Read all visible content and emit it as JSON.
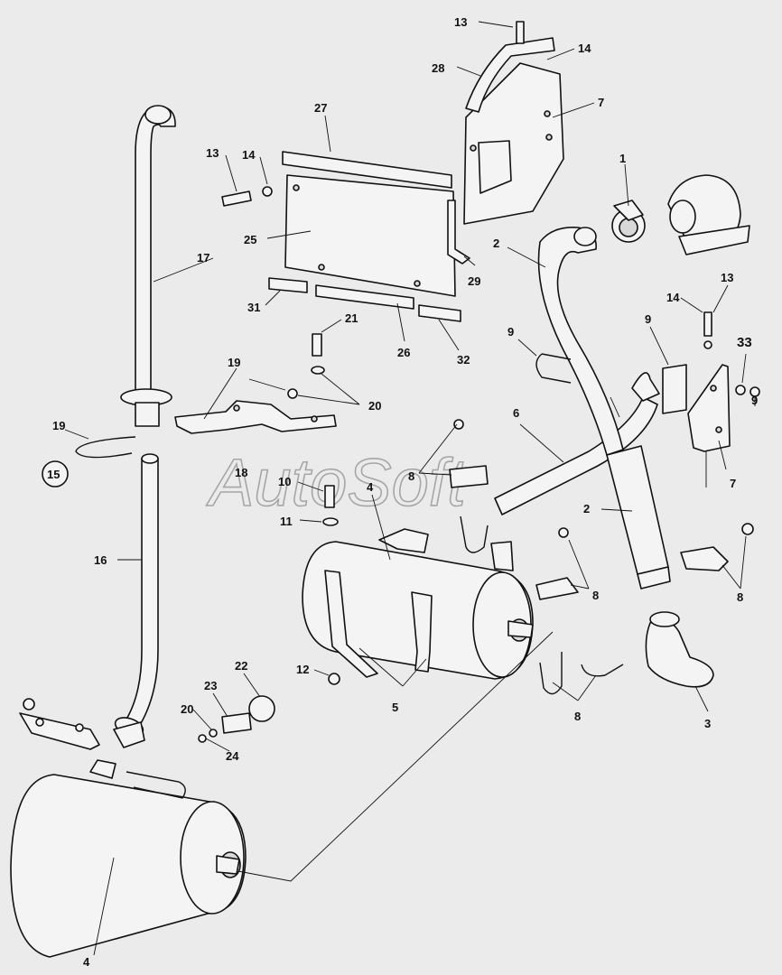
{
  "diagram": {
    "watermark": "AutoSoft",
    "callouts": {
      "c1": "1",
      "c2a": "2",
      "c2b": "2",
      "c3": "3",
      "c4a": "4",
      "c4b": "4",
      "c5": "5",
      "c6": "6",
      "c7a": "7",
      "c7b": "7",
      "c8a": "8",
      "c8b": "8",
      "c8c": "8",
      "c8d": "8",
      "c9a": "9",
      "c9b": "9",
      "c9c": "9",
      "c10": "10",
      "c11": "11",
      "c12": "12",
      "c13a": "13",
      "c13b": "13",
      "c13c": "13",
      "c14a": "14",
      "c14b": "14",
      "c14c": "14",
      "c15": "15",
      "c16": "16",
      "c17": "17",
      "c18": "18",
      "c19a": "19",
      "c19b": "19",
      "c20a": "20",
      "c20b": "20",
      "c21": "21",
      "c22": "22",
      "c23": "23",
      "c24": "24",
      "c25": "25",
      "c26": "26",
      "c27": "27",
      "c28": "28",
      "c29": "29",
      "c31": "31",
      "c32": "32",
      "c33": "33"
    }
  }
}
